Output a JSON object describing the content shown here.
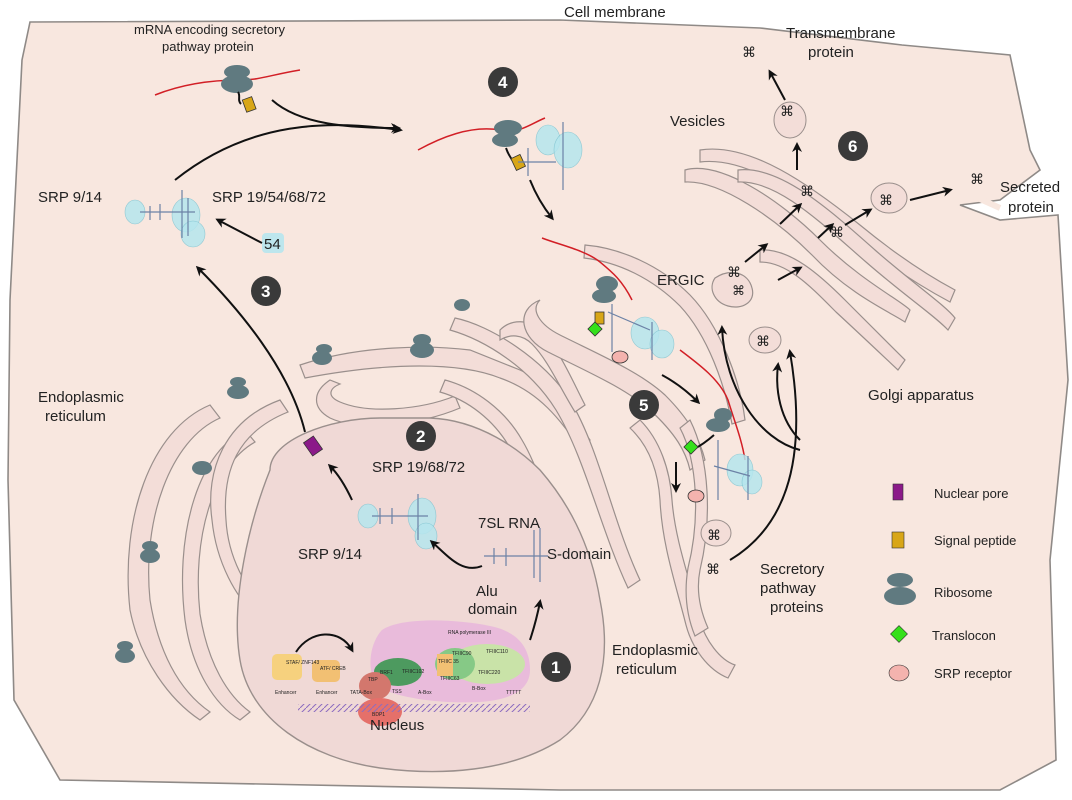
{
  "labels": {
    "cell_membrane": "Cell membrane",
    "transmembrane_protein_line1": "Transmembrane",
    "transmembrane_protein_line2": "protein",
    "mrna_line1": "mRNA encoding secretory",
    "mrna_line2": "pathway protein",
    "vesicles": "Vesicles",
    "srp_9_14_top": "SRP 9/14",
    "srp_19_54_68_72": "SRP 19/54/68/72",
    "srp_54": "54",
    "secreted_protein_line1": "Secreted",
    "secreted_protein_line2": "protein",
    "ergic": "ERGIC",
    "golgi": "Golgi apparatus",
    "er_left_line1": "Endoplasmic",
    "er_left_line2": "reticulum",
    "srp_19_68_72": "SRP 19/68/72",
    "seven_sl_rna": "7SL RNA",
    "s_domain": "S-domain",
    "srp_9_14_bottom": "SRP 9/14",
    "alu_domain_line1": "Alu",
    "alu_domain_line2": "domain",
    "secretory_pathway_line1": "Secretory",
    "secretory_pathway_line2": "pathway",
    "secretory_pathway_line3": "proteins",
    "er_right_line1": "Endoplasmic",
    "er_right_line2": "reticulum",
    "nucleus": "Nucleus"
  },
  "step_numbers": [
    "1",
    "2",
    "3",
    "4",
    "5",
    "6"
  ],
  "legend": [
    {
      "label": "Nuclear pore",
      "color": "#8b1a89",
      "shape": "rect"
    },
    {
      "label": "Signal peptide",
      "color": "#d8a617",
      "shape": "rect"
    },
    {
      "label": "Ribosome",
      "color": "#607a80",
      "shape": "ribosome"
    },
    {
      "label": "Translocon",
      "color": "#35e01b",
      "shape": "diamond"
    },
    {
      "label": "SRP receptor",
      "color": "#f4b3ae",
      "shape": "ellipse"
    }
  ],
  "promoter": {
    "enhancer_factors_1": "STAF/ ZNF143",
    "enhancer_factors_2": "ATF/ CREB",
    "enhancer_1": "Enhancer",
    "enhancer_2": "Enhancer",
    "tata_box": "TATA-Box",
    "tss": "TSS",
    "a_box": "A-Box",
    "b_box": "B-Box",
    "ttttt": "TTTTT",
    "rna_pol": "RNA polymerase III",
    "tbp": "TBP",
    "brf1": "BRF1",
    "bdp1": "BDP1",
    "tfiiic102": "TFIIIC102",
    "tfiiic35": "TFIIIC 35",
    "tfiiic90": "TFIIIC90",
    "tfiiic63": "TFIIIC63",
    "tfiiic110": "TFIIIC110",
    "tfiiic220": "TFIIIC220"
  },
  "colors": {
    "cell_fill": "#f8e7df",
    "er_fill": "#f3ddd8",
    "mrna": "#d21f26",
    "ribosome": "#607a80",
    "srp": "#b6e6ee",
    "step_circle": "#3a3a3a"
  }
}
